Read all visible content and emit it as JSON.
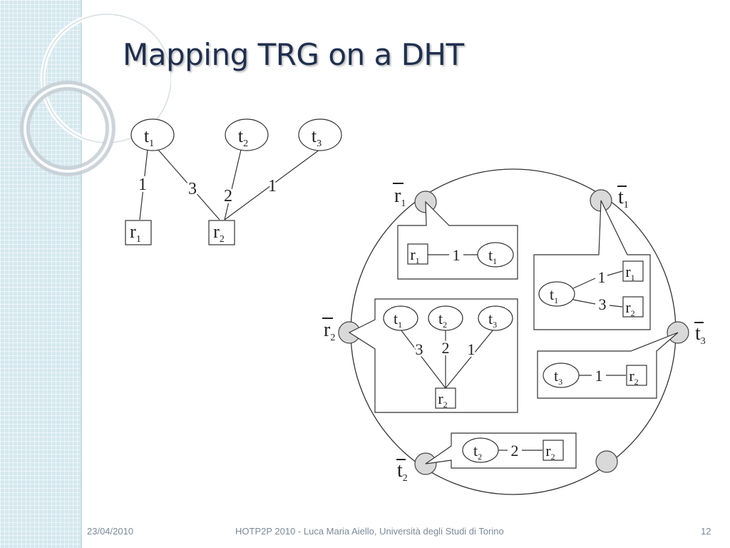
{
  "slide": {
    "title": "Mapping TRG on a DHT",
    "footer": {
      "date": "23/04/2010",
      "center": "HOTP2P 2010 - Luca Maria Aiello, Università degli Studi di Torino",
      "page": "12"
    }
  },
  "graph": {
    "tags": [
      "t1",
      "t2",
      "t3"
    ],
    "resources": [
      "r1",
      "r2"
    ],
    "edges": [
      {
        "tag": "t1",
        "resource": "r1",
        "weight": "1"
      },
      {
        "tag": "t1",
        "resource": "r2",
        "weight": "3"
      },
      {
        "tag": "t2",
        "resource": "r2",
        "weight": "2"
      },
      {
        "tag": "t3",
        "resource": "r2",
        "weight": "1"
      }
    ]
  },
  "dht_nodes": [
    "r̄1",
    "t̄1",
    "r̄2",
    "t̄3",
    "t̄2"
  ]
}
